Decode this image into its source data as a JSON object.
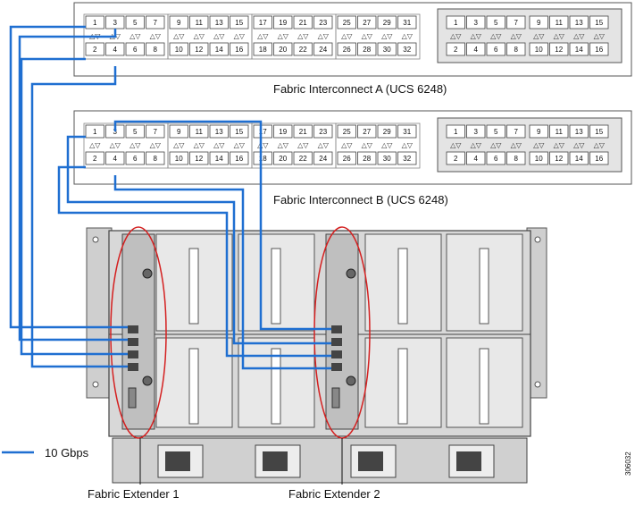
{
  "fi_a": {
    "label": "Fabric Interconnect A (UCS 6248)"
  },
  "fi_b": {
    "label": "Fabric Interconnect B (UCS 6248)"
  },
  "ports": {
    "top_main": [
      "1",
      "3",
      "5",
      "7",
      "9",
      "11",
      "13",
      "15",
      "17",
      "19",
      "21",
      "23",
      "25",
      "27",
      "29",
      "31"
    ],
    "bottom_main": [
      "2",
      "4",
      "6",
      "8",
      "10",
      "12",
      "14",
      "16",
      "18",
      "20",
      "22",
      "24",
      "26",
      "28",
      "30",
      "32"
    ],
    "top_exp": [
      "1",
      "3",
      "5",
      "7",
      "9",
      "11",
      "13",
      "15"
    ],
    "bottom_exp": [
      "2",
      "4",
      "6",
      "8",
      "10",
      "12",
      "14",
      "16"
    ],
    "arrow_glyph": "△▽"
  },
  "legend": {
    "label": "10 Gbps",
    "color": "#1f6fd1"
  },
  "fex1": {
    "label": "Fabric Extender 1"
  },
  "fex2": {
    "label": "Fabric Extender 2"
  },
  "doc_id": "306032",
  "colors": {
    "cable": "#1f6fd1",
    "highlight": "#d42020",
    "chassis": "#d8d8d8",
    "frame": "#555555"
  }
}
